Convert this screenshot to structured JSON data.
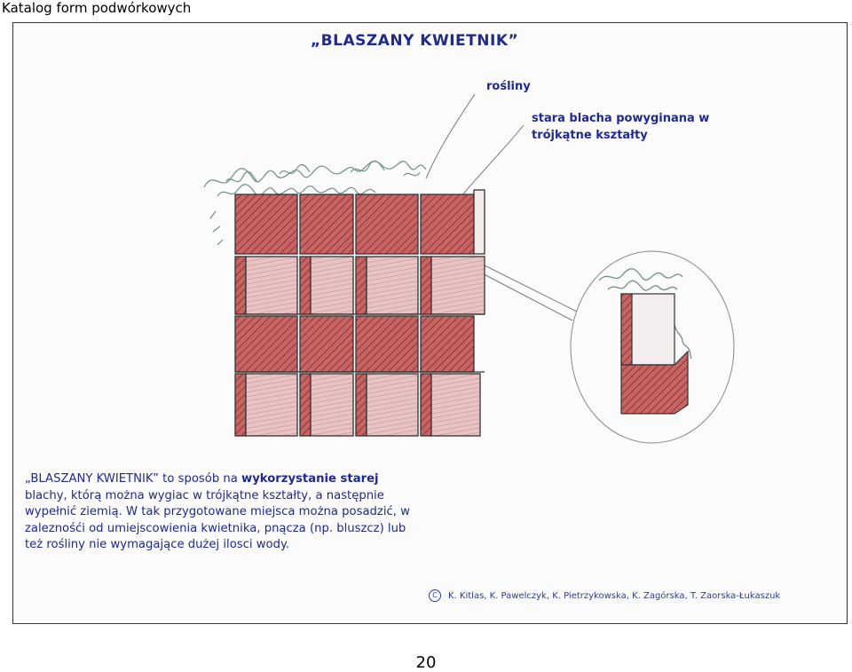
{
  "header": {
    "catalog_title": "Katalog form podwórkowych"
  },
  "sheet": {
    "title": "„BLASZANY KWIETNIK”",
    "labels": {
      "plants": "rośliny",
      "metal_line1": "stara blacha powyginana w",
      "metal_line2": "trójkątne kształty"
    },
    "description": {
      "lead_bold": "„BLASZANY KWIETNIK”",
      "line1_rest": " to sposób na ",
      "line1_bold": "wykorzystanie starej",
      "line2": "blachy, którą można wygiac w trójkątne kształty, a następnie",
      "line3": "wypełnić ziemią. W tak przygotowane miejsca można posadzić, w",
      "line4": "zaleznośći od umiejscowienia kwietnika, pnącza (np. bluszcz) lub",
      "line5": "też rośliny nie wymagające dużej ilosci wody."
    },
    "credits": {
      "copyright_symbol": "C",
      "authors": "K. Kitlas, K. Pawelczyk, K. Pietrzykowska, K. Zagórska, T. Zaorska-Łukaszuk"
    }
  },
  "footer": {
    "page_number": "20"
  },
  "colors": {
    "ink": "#1f2a8c",
    "metal_red": "#c25b5b",
    "metal_light": "#e9c9c9",
    "plants_green": "#6f8f84"
  }
}
